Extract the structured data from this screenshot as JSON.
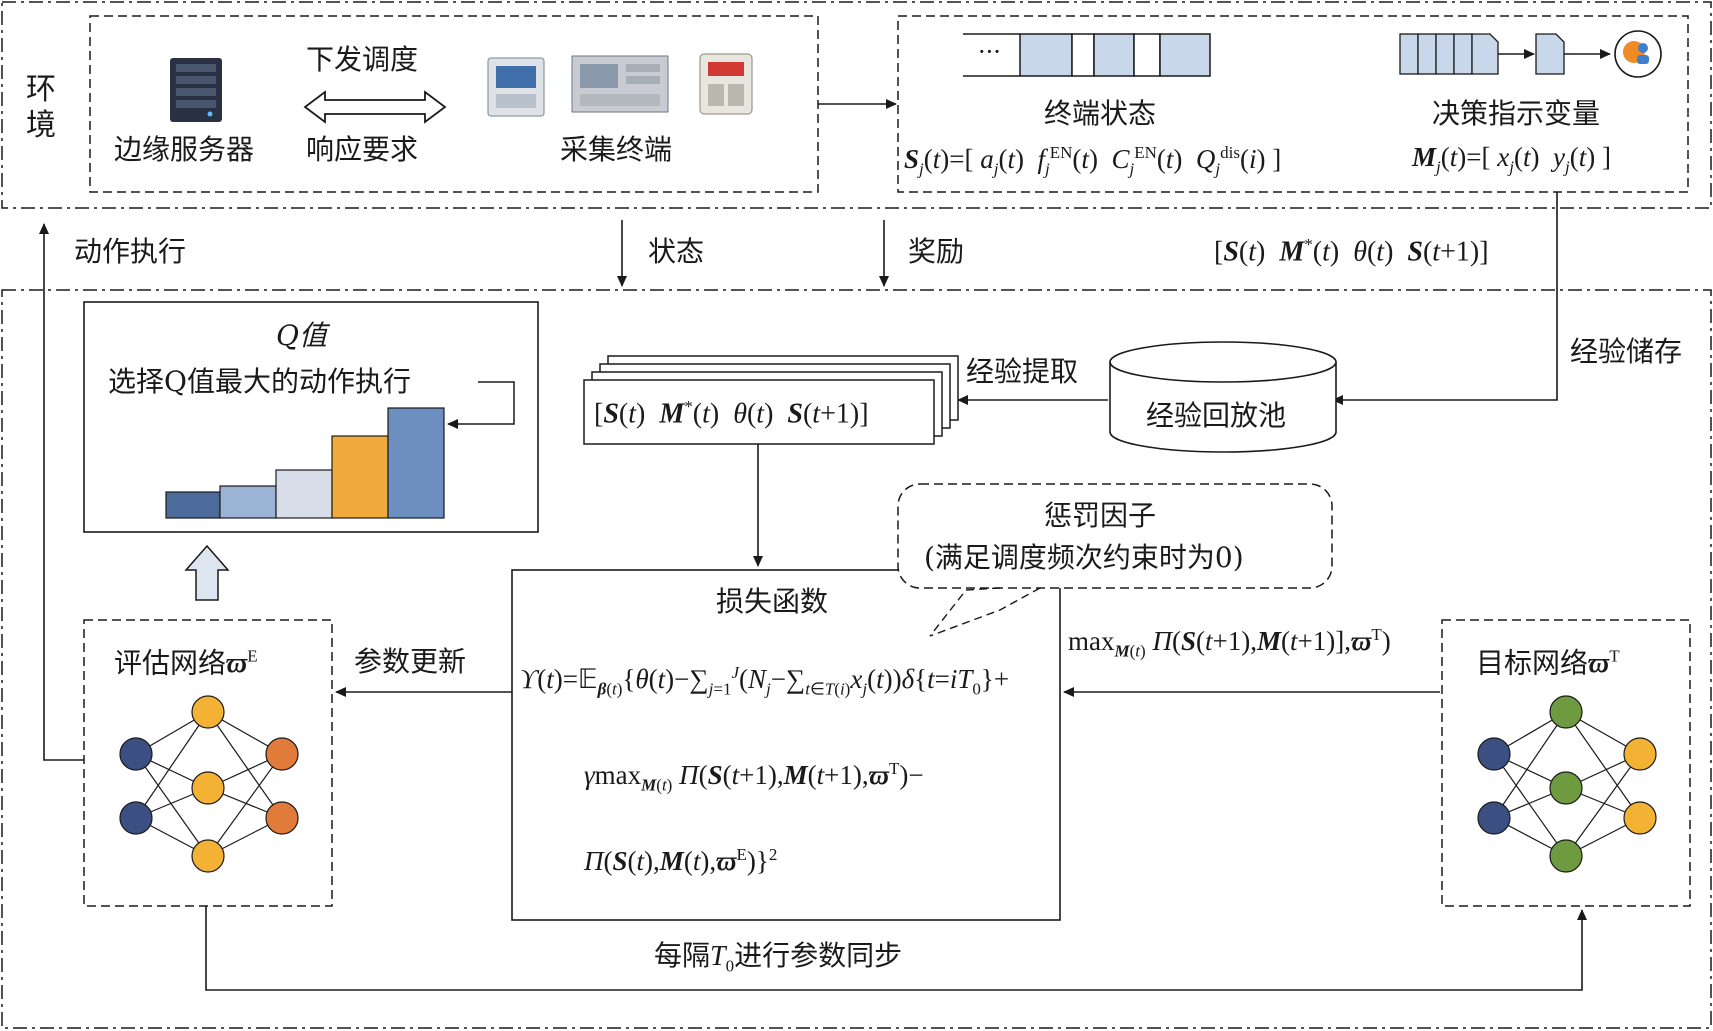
{
  "environment": {
    "label": "环\n境",
    "dispatch_label": "下发调度",
    "response_label": "响应要求",
    "edge_server_label": "边缘服务器",
    "collect_terminal_label": "采集终端",
    "terminal_state_title": "终端状态",
    "terminal_state_ellipsis": "···",
    "decision_title": "决策指示变量"
  },
  "flow": {
    "action_label": "动作执行",
    "state_label": "状态",
    "reward_label": "奖励",
    "experience_store_label": "经验储存",
    "experience_extract_label": "经验提取",
    "replay_pool_label": "经验回放池",
    "param_update_label": "参数更新",
    "sync_label": "每隔",
    "sync_suffix": "进行参数同步"
  },
  "qvalue": {
    "title": "Q值",
    "subtitle": "选择Q值最大的动作执行"
  },
  "networks": {
    "eval_label": "评估网络",
    "target_label": "目标网络"
  },
  "loss": {
    "title": "损失函数"
  },
  "penalty": {
    "title": "惩罚因子",
    "subtitle": "(满足调度频次约束时为0)"
  },
  "colors": {
    "bar_dark_blue": "#4d6b9a",
    "bar_light_blue": "#9bb3d4",
    "bar_pale": "#d6dde9",
    "bar_orange": "#f0a93b",
    "bar_blue": "#6c8fbf",
    "node_navy": "#3c4f83",
    "node_yellow": "#f3b233",
    "node_orange": "#e07b39",
    "node_green": "#6e9b3f",
    "queue_fill": "#c9d7ea"
  }
}
